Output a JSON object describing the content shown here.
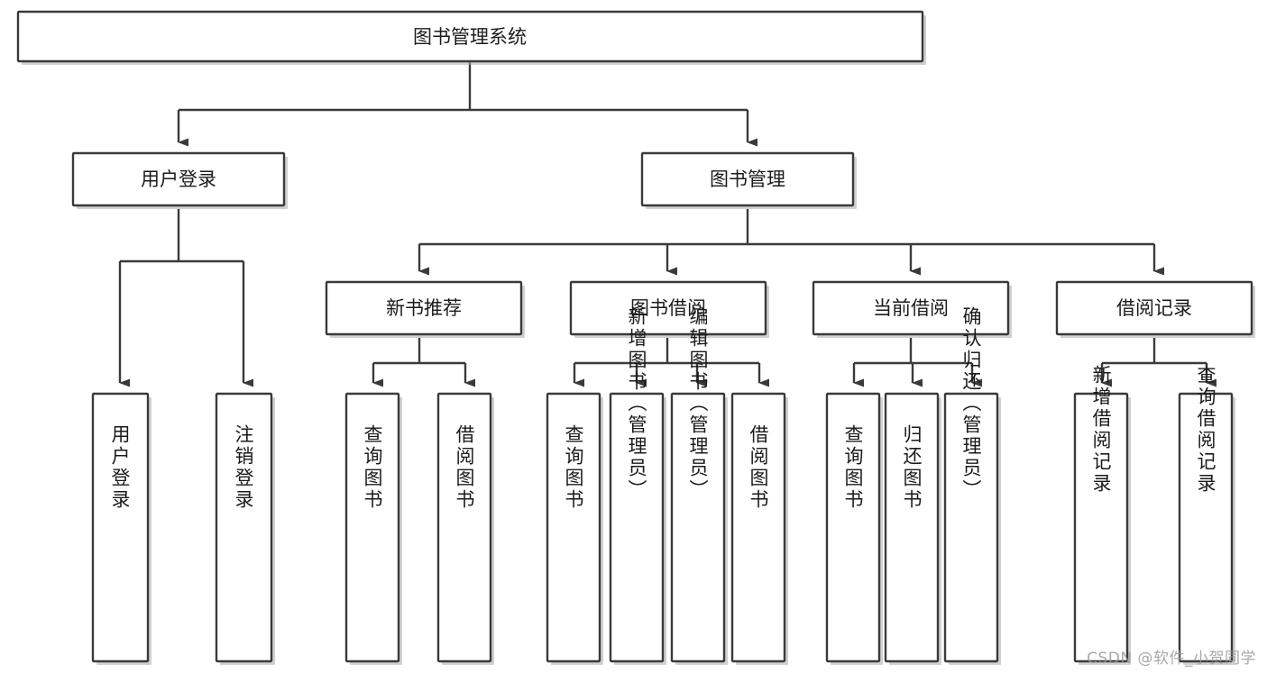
{
  "diagram": {
    "type": "hierarchy-tree",
    "title": "图书管理系统",
    "orientation": "top-down",
    "colors": {
      "box_fill": "#ffffff",
      "box_stroke": "#3a3a3a",
      "edge": "#3a3a3a",
      "text": "#1b1b1b",
      "watermark": "#9a9a9a"
    },
    "root": {
      "id": "root",
      "label": "图书管理系统"
    },
    "level2": [
      {
        "id": "user-login",
        "label": "用户登录"
      },
      {
        "id": "book-manage",
        "label": "图书管理"
      }
    ],
    "level3": [
      {
        "id": "new-book-rec",
        "label": "新书推荐",
        "parent": "book-manage"
      },
      {
        "id": "book-borrow",
        "label": "图书借阅",
        "parent": "book-manage"
      },
      {
        "id": "current-borrow",
        "label": "当前借阅",
        "parent": "book-manage"
      },
      {
        "id": "borrow-record",
        "label": "借阅记录",
        "parent": "book-manage"
      }
    ],
    "leaves": [
      {
        "id": "leaf-user-login",
        "label": "用户登录",
        "parent": "user-login"
      },
      {
        "id": "leaf-user-logout",
        "label": "注销登录",
        "parent": "user-login"
      },
      {
        "id": "leaf-query-book-rec",
        "label": "查询图书",
        "parent": "new-book-rec"
      },
      {
        "id": "leaf-borrow-book-rec",
        "label": "借阅图书",
        "parent": "new-book-rec"
      },
      {
        "id": "leaf-query-book-borrow",
        "label": "查询图书",
        "parent": "book-borrow"
      },
      {
        "id": "leaf-add-book",
        "label": "新增图书（管理员）",
        "parent": "book-borrow"
      },
      {
        "id": "leaf-edit-book",
        "label": "编辑图书（管理员）",
        "parent": "book-borrow"
      },
      {
        "id": "leaf-borrow-book",
        "label": "借阅图书",
        "parent": "book-borrow"
      },
      {
        "id": "leaf-query-book-current",
        "label": "查询图书",
        "parent": "current-borrow"
      },
      {
        "id": "leaf-return-book",
        "label": "归还图书",
        "parent": "current-borrow"
      },
      {
        "id": "leaf-confirm-return",
        "label": "确认归还（管理员）",
        "parent": "current-borrow"
      },
      {
        "id": "leaf-add-record",
        "label": "新增借阅记录",
        "parent": "borrow-record"
      },
      {
        "id": "leaf-query-record",
        "label": "查询借阅记录",
        "parent": "borrow-record"
      }
    ]
  },
  "watermark": {
    "text": "CSDN @软件_小贺同学"
  }
}
